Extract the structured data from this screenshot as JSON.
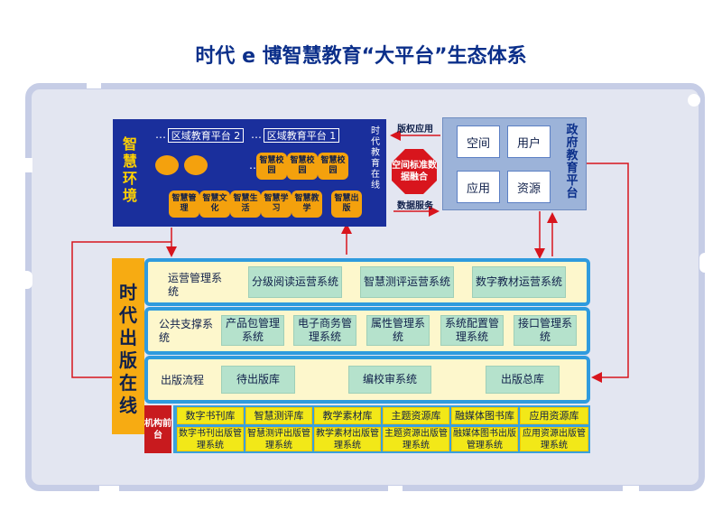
{
  "title": "时代 e 博智慧教育“大平台”生态体系",
  "gov": {
    "title": "政府教育平台",
    "cells": [
      "空间",
      "用户",
      "应用",
      "资源"
    ]
  },
  "smart": {
    "env_label": "智慧环境",
    "platform2": "区域教育平台 2",
    "platform1": "区域教育平台 1",
    "dots": "…",
    "campus": [
      "智慧校园",
      "智慧校园",
      "智慧校园"
    ],
    "apps": [
      "智慧管理",
      "智慧文化",
      "智慧生活",
      "智慧学习",
      "智慧教学",
      "智慧出版"
    ],
    "online_label": "时代教育在线"
  },
  "middle": {
    "rights": "版权应用",
    "standard": "空间标准数据融合",
    "data_service": "数据服务"
  },
  "publish": {
    "side_label": "时代出版在线",
    "ops": {
      "label": "运营管理系统",
      "items": [
        "分级阅读运营系统",
        "智慧测评运营系统",
        "数字教材运营系统"
      ]
    },
    "support": {
      "label": "公共支撑系统",
      "items": [
        "产品包管理系统",
        "电子商务管理系统",
        "属性管理系统",
        "系统配置管理系统",
        "接口管理系统"
      ]
    },
    "flow": {
      "label": "出版流程",
      "items": [
        "待出版库",
        "编校审系统",
        "出版总库"
      ]
    },
    "org": {
      "label": "机构前台",
      "libs": [
        "数字书刊库",
        "智慧测评库",
        "教学素材库",
        "主题资源库",
        "融媒体图书库",
        "应用资源库"
      ],
      "systems": [
        "数字书刊出版管理系统",
        "智慧测评出版管理系统",
        "教学素材出版管理系统",
        "主题资源出版管理系统",
        "融媒体图书出版管理系统",
        "应用资源出版管理系统"
      ]
    }
  },
  "colors": {
    "navy": "#1a2f9c",
    "orange": "#f4a10d",
    "red": "#c81a1e",
    "blue_border": "#2f9bde",
    "green": "#b5e2cc",
    "yellow": "#f2e818",
    "gov_bg": "#9cb3d9"
  }
}
